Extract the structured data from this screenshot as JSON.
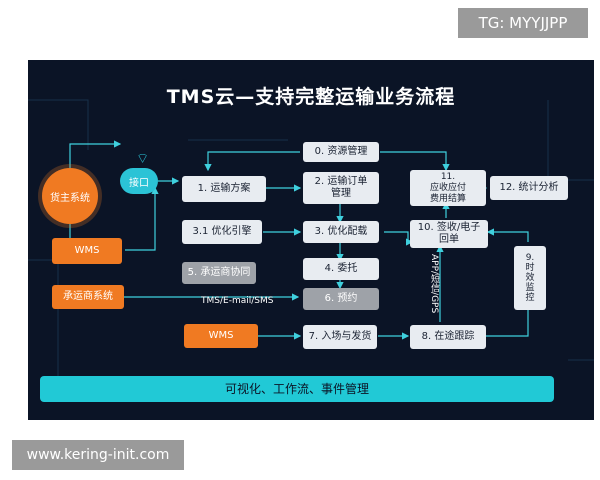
{
  "watermark_top": "TG: MYYJJPP",
  "watermark_bottom": "www.kering-init.com",
  "title": "TMS云—支持完整运输业务流程",
  "interface_label": "接口",
  "shipper": "货主系统",
  "wms_left": "WMS",
  "carrier_system": "承运商系统",
  "wms_bottom": "WMS",
  "steps": {
    "s0": "0. 资源管理",
    "s1": "1. 运输方案",
    "s2": "2. 运输订单\n管理",
    "s3": "3. 优化配载",
    "s31": "3.1 优化引擎",
    "s4": "4. 委托",
    "s5": "5. 承运商协同",
    "s6": "6. 预约",
    "s7": "7. 入场与发货",
    "s8": "8. 在途跟踪",
    "s9": "9.\n时\n效\n监\n控",
    "s10": "10. 签收/电子\n回单",
    "s11": "11.\n应收应付\n费用结算",
    "s12": "12. 统计分析"
  },
  "sms_label": "TMS/E-mail/SMS",
  "gps_label": "APP/短信/GPS",
  "bottom_bar": "可视化、工作流、事件管理",
  "colors": {
    "background": "#0b1426",
    "orange": "#f07a22",
    "light_box": "#e8ecf1",
    "gray_box": "#9ea2a8",
    "cyan_bar": "#21c9d6",
    "line": "#3fd0de"
  }
}
